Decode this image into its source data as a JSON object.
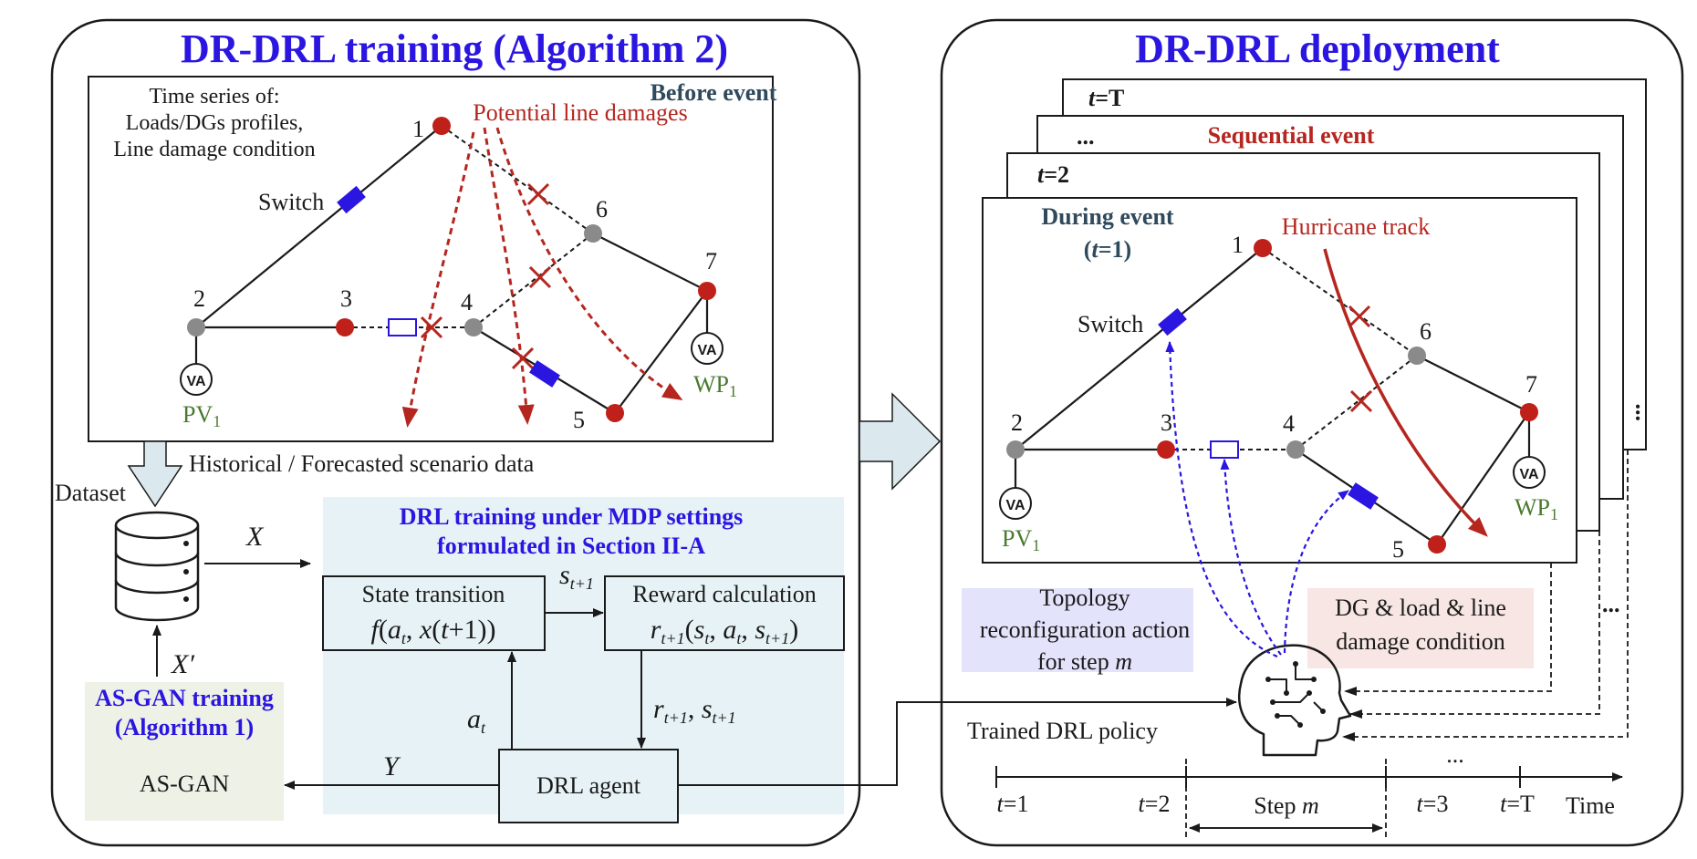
{
  "left_panel": {
    "title": "DR-DRL training (Algorithm 2)",
    "time_series_label": [
      "Time series of:",
      "Loads/DGs profiles,",
      "Line damage condition"
    ],
    "before_event": "Before event",
    "potential_damages": "Potential line damages",
    "switch_label": "Switch",
    "pv_label": "PV",
    "wp_label": "WP",
    "sub_1": "1",
    "nodes": [
      "1",
      "2",
      "3",
      "4",
      "5",
      "6",
      "7"
    ],
    "historical_label": "Historical / Forecasted scenario data",
    "dataset_label": "Dataset",
    "x_label": "X",
    "x_prime_label": "X′",
    "drl_box_title": [
      "DRL training under MDP settings",
      "formulated in Section II-A"
    ],
    "state_transition": "State transition",
    "state_formula": "f(a_t, x(t+1))",
    "reward_calc": "Reward calculation",
    "reward_formula": "r_t+1(s_t, a_t, s_t+1)",
    "s_next": "s",
    "r_s_label": "r_t+1, s_t+1",
    "a_t": "a",
    "y_label": "Y",
    "as_gan_training": [
      "AS-GAN training",
      "(Algorithm 1)"
    ],
    "as_gan": "AS-GAN",
    "drl_agent": "DRL agent"
  },
  "right_panel": {
    "title": "DR-DRL deployment",
    "t_T": "=T",
    "dots": "...",
    "sequential_event": "Sequential event",
    "t_2": "=2",
    "during_event": [
      "During event",
      "=1)"
    ],
    "hurricane_track": "Hurricane track",
    "switch_label": "Switch",
    "nodes": [
      "1",
      "2",
      "3",
      "4",
      "5",
      "6",
      "7"
    ],
    "pv_label": "PV",
    "wp_label": "WP",
    "sub_1": "1",
    "topology_action": [
      "Topology",
      "reconfiguration action",
      "for step "
    ],
    "step_var": "m",
    "dg_condition": [
      "DG & load & line",
      "damage condition"
    ],
    "trained_policy": "Trained DRL policy",
    "timeline": {
      "ticks": [
        "=1",
        "=2",
        "=3",
        "=T"
      ],
      "step_label": "Step ",
      "time_label": "Time",
      "dots": "..."
    }
  },
  "colors": {
    "title_blue": "#2a16e0",
    "damage_red": "#b5261f",
    "node_red": "#c0201a",
    "node_gray": "#8a8a8a",
    "switch_blue": "#2a16e0",
    "teal_text": "#2f4a5c",
    "green_text": "#4a7a2e",
    "drl_box_bg": "#e6f2f5",
    "asgan_bg": "#eef1e6",
    "topology_bg": "#e3e3fb",
    "dg_bg": "#f7e6e3",
    "arrow_fill": "#dbe8ee"
  }
}
